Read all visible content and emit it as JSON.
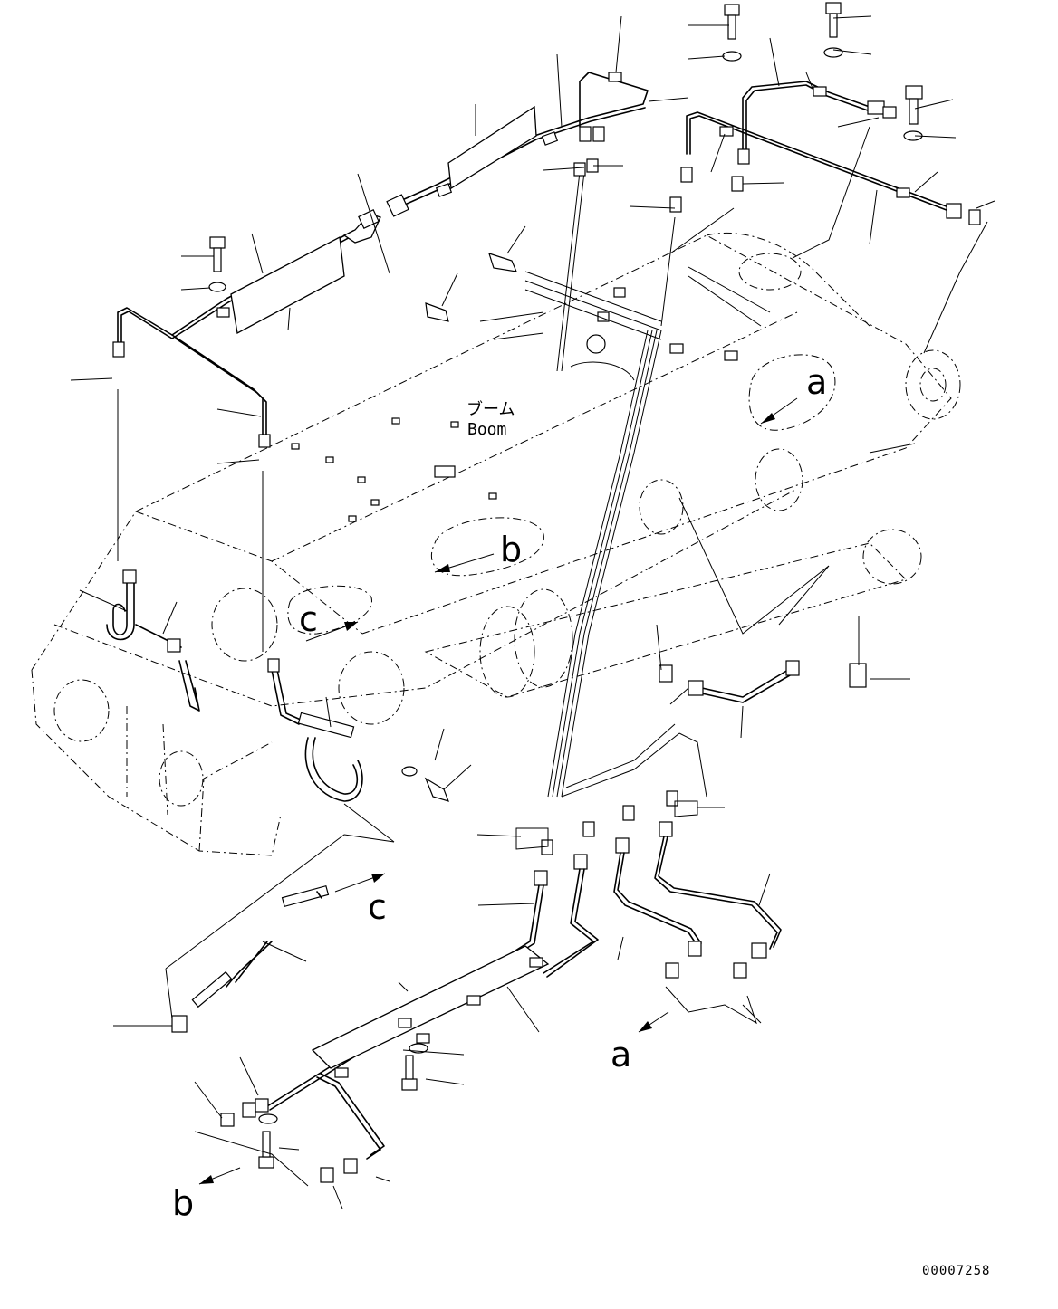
{
  "diagram": {
    "boom_label_jp": "ブーム",
    "boom_label_en": "Boom",
    "view_markers": [
      "a",
      "b",
      "c"
    ],
    "drawing_code": "00007258"
  }
}
